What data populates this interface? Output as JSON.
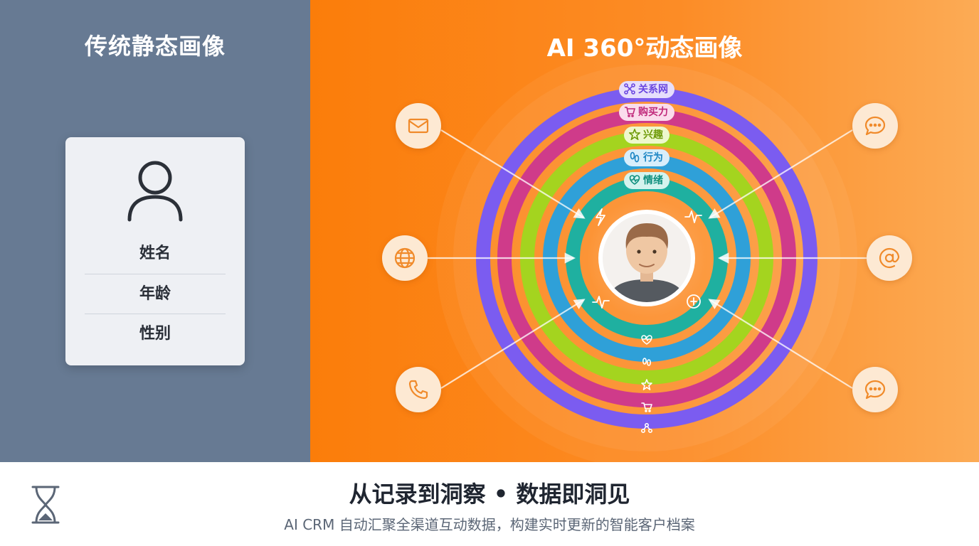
{
  "left": {
    "title": "传统静态画像",
    "fields": [
      "姓名",
      "年龄",
      "性别"
    ]
  },
  "right": {
    "title": "AI 360°动态画像",
    "rings": [
      {
        "label": "关系网",
        "color": "#7b5cf0",
        "icon": "network-icon",
        "pill_bg": "#e6defc",
        "pill_fg": "#6a46e0"
      },
      {
        "label": "购买力",
        "color": "#cf3b8a",
        "icon": "cart-icon",
        "pill_bg": "#fbdcec",
        "pill_fg": "#c0287a"
      },
      {
        "label": "兴趣",
        "color": "#a4d41f",
        "icon": "star-icon",
        "pill_bg": "#eef8cc",
        "pill_fg": "#6e9a08"
      },
      {
        "label": "行为",
        "color": "#2fa0d8",
        "icon": "footprints-icon",
        "pill_bg": "#d8eefb",
        "pill_fg": "#1c86c4"
      },
      {
        "label": "情绪",
        "color": "#1fb0a0",
        "icon": "heart-pulse-icon",
        "pill_bg": "#d4f3ee",
        "pill_fg": "#10907f"
      }
    ],
    "channels": [
      {
        "name": "email-channel",
        "icon": "mail-icon"
      },
      {
        "name": "web-channel",
        "icon": "globe-icon"
      },
      {
        "name": "phone-channel",
        "icon": "phone-icon"
      },
      {
        "name": "chat-channel",
        "icon": "chat-icon"
      },
      {
        "name": "at-channel",
        "icon": "at-sign-icon"
      },
      {
        "name": "message-channel",
        "icon": "chat-icon"
      }
    ]
  },
  "bottom": {
    "title": "从记录到洞察 • 数据即洞见",
    "subtitle": "AI CRM 自动汇聚全渠道互动数据，构建实时更新的智能客户档案"
  },
  "colors": {
    "left_bg": "#677a93",
    "right_bg_start": "#fb7d0a",
    "right_bg_end": "#fcab55",
    "channel_icon": "#f08a2a"
  }
}
